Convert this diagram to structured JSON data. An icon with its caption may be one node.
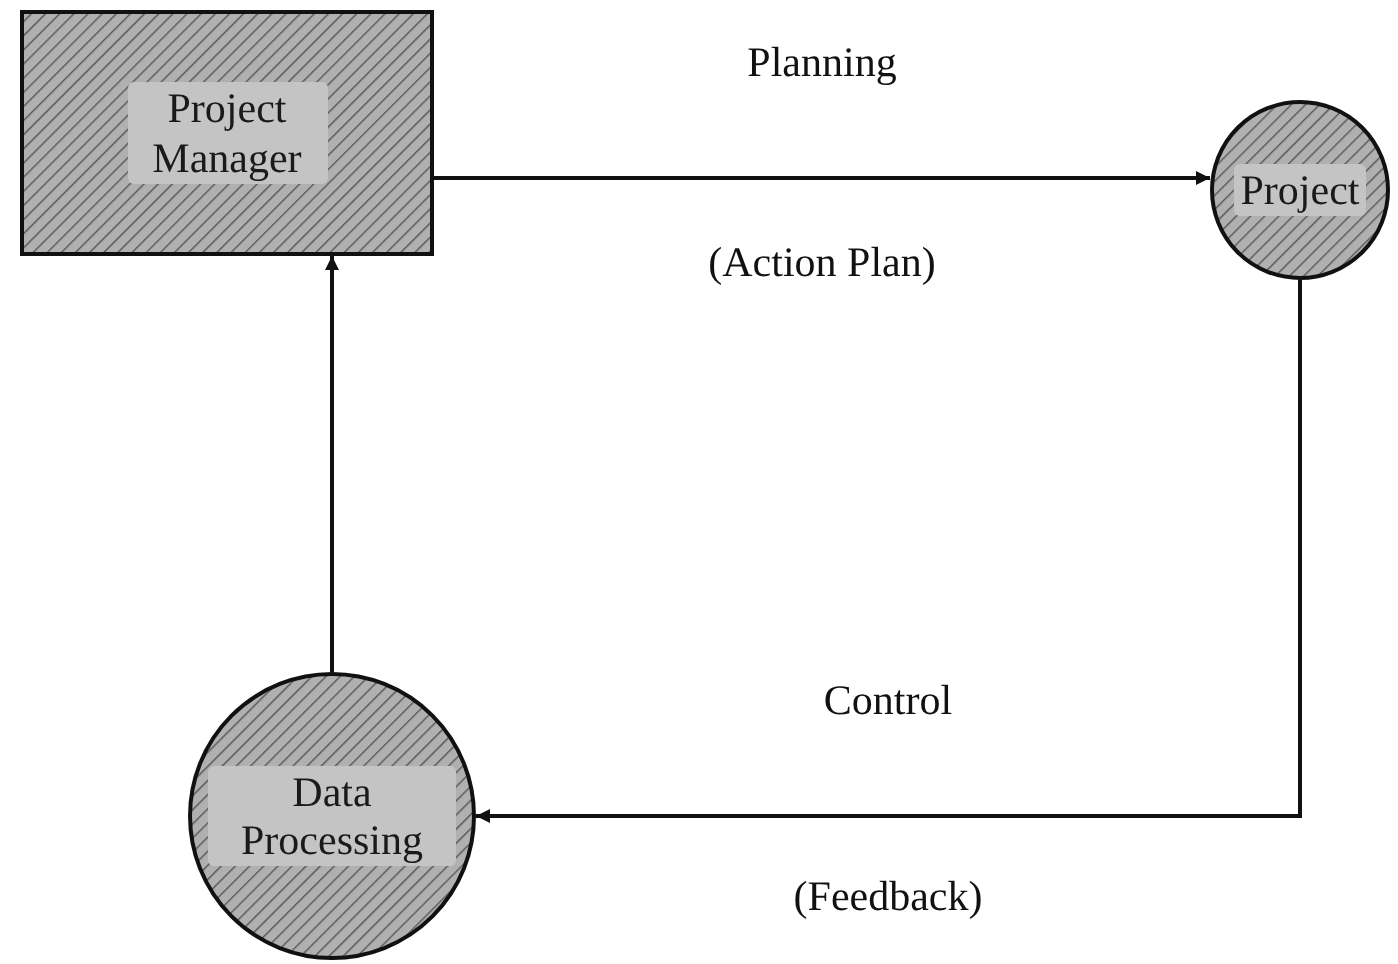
{
  "diagram": {
    "nodes": [
      {
        "text": [
          "Project Manager"
        ]
      },
      {
        "text": [
          "Project"
        ]
      },
      {
        "text": [
          "Data Processing"
        ]
      }
    ],
    "edges": [
      {
        "from": 0,
        "to": 1,
        "arrow": "to",
        "label": "Planning"
      },
      {
        "from": 1,
        "to": 2,
        "arrow": "to",
        "label": "Control"
      },
      {
        "from": 2,
        "to": 0,
        "arrow": "to"
      }
    ],
    "labels": [
      "(Action Plan)",
      "(Feedback)"
    ]
  }
}
